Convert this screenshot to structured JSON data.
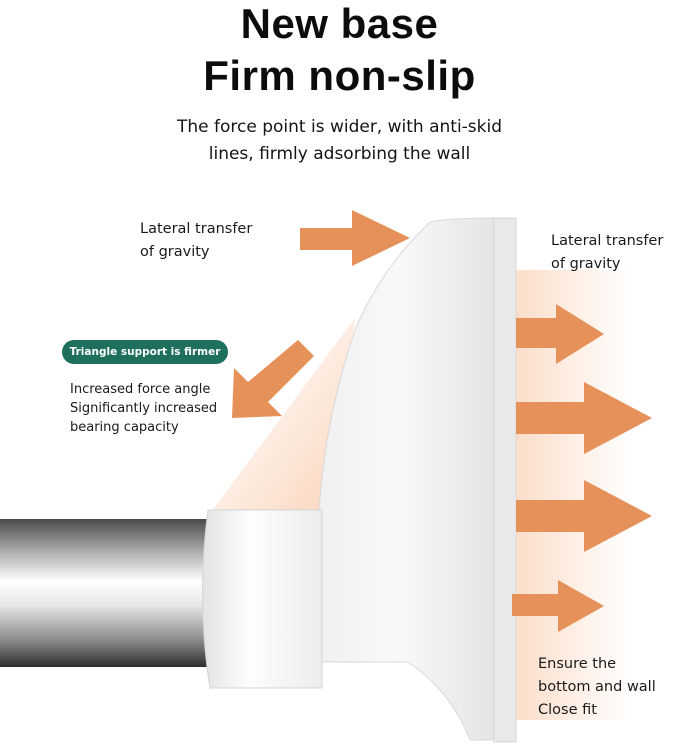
{
  "headline": {
    "line1": "New base",
    "line2": "Firm non-slip"
  },
  "subtitle": {
    "line1": "The force point is wider, with anti-skid",
    "line2": "lines, firmly adsorbing the wall"
  },
  "callouts": {
    "left_top": [
      "Lateral transfer",
      "of gravity"
    ],
    "right_top": [
      "Lateral transfer",
      "of gravity"
    ],
    "badge": "Triangle support is firmer",
    "left_mid": [
      "Increased force angle",
      "Significantly increased",
      "bearing capacity"
    ],
    "right_bottom": [
      "Ensure the",
      "bottom and wall",
      "Close fit"
    ]
  },
  "colors": {
    "arrow": "#e6915a",
    "badge_bg": "#1e6f5c",
    "glow": "#fbd9c2"
  }
}
